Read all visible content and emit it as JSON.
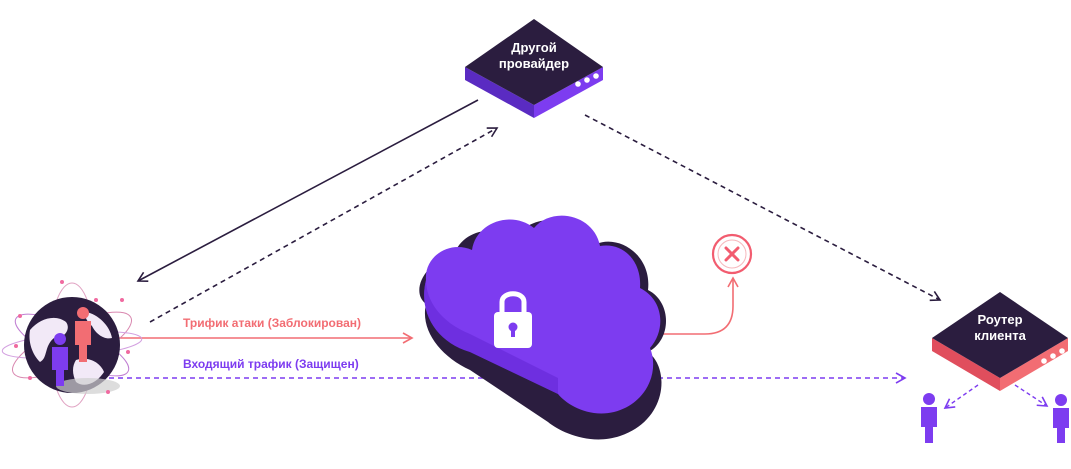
{
  "provider": {
    "line1": "Другой",
    "line2": "провайдер"
  },
  "router": {
    "line1": "Роутер",
    "line2": "клиента"
  },
  "flows": {
    "attack": "Трифик атаки (Заблокирован)",
    "incoming": "Входящий трафик (Защищен)"
  },
  "icons": {
    "cloud": "cloud-lock-icon",
    "blocked": "close-circle-icon",
    "globe": "globe-icon",
    "person": "person-icon"
  },
  "colors": {
    "dark": "#2b1d3f",
    "purple": "#7d3cf0",
    "red": "#f26d73",
    "pink_bright": "#f25c6f"
  }
}
